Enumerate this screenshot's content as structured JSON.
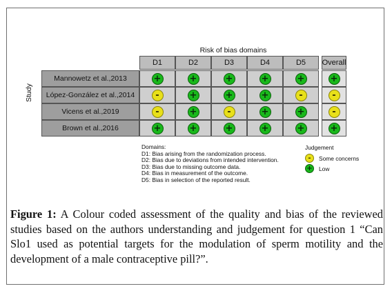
{
  "header": "Risk of bias domains",
  "axis_label": "Study",
  "columns": [
    "D1",
    "D2",
    "D3",
    "D4",
    "D5",
    "Overall"
  ],
  "rows": [
    {
      "study": "Mannowetz et al.,2013",
      "judgements": [
        "low",
        "low",
        "low",
        "low",
        "low",
        "low"
      ]
    },
    {
      "study": "López-González et al.,2014",
      "judgements": [
        "some",
        "low",
        "low",
        "low",
        "some",
        "some"
      ]
    },
    {
      "study": "Vicens et al.,2019",
      "judgements": [
        "some",
        "low",
        "some",
        "low",
        "low",
        "some"
      ]
    },
    {
      "study": "Brown et al.,2016",
      "judgements": [
        "low",
        "low",
        "low",
        "low",
        "low",
        "low"
      ]
    }
  ],
  "symbols": {
    "low": "+",
    "some": "-"
  },
  "colors": {
    "low": "#19b81b",
    "some": "#e8e01a"
  },
  "domains": {
    "title": "Domains:",
    "items": [
      "D1: Bias arising from the randomization process.",
      "D2: Bias due to deviations from intended intervention.",
      "D3: Bias due to missing outcome data.",
      "D4: Bias in measurement of the outcome.",
      "D5: Bias in selection of the reported result."
    ]
  },
  "judgement_legend": {
    "title": "Judgement",
    "items": [
      {
        "key": "some",
        "label": "Some concerns"
      },
      {
        "key": "low",
        "label": "Low"
      }
    ]
  },
  "caption": {
    "label": "Figure 1:",
    "text": " A Colour coded assessment of the quality and bias of the reviewed studies based on the authors understanding and judgement for question 1 “Can Slo1 used as potential targets for the modulation of sperm motility and the development of a male contraceptive pill?”."
  }
}
